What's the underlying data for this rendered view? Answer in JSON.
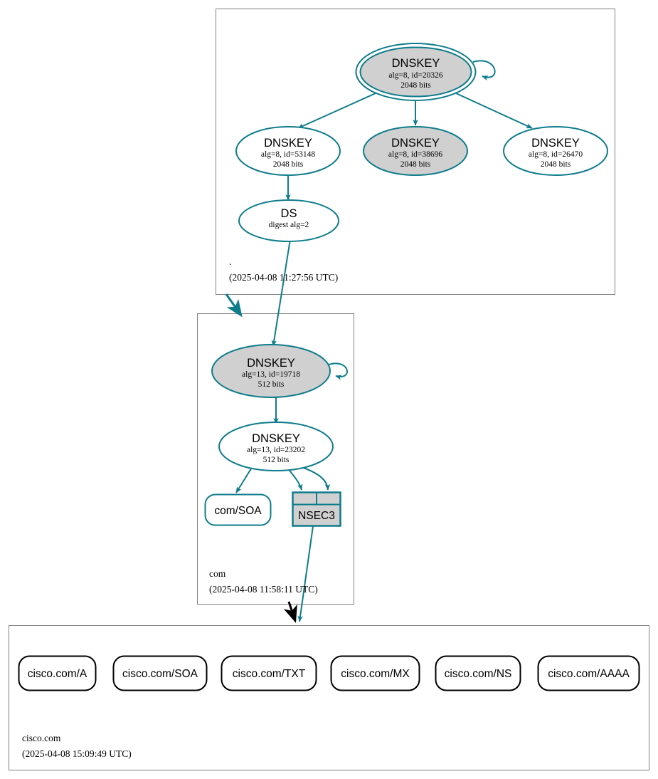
{
  "diagram": {
    "type": "dnssec-authentication-chain",
    "title": "cisco.com DNSSEC authentication chain",
    "colors": {
      "secure_teal": "#0e7c8c",
      "node_gray_fill": "#d0d0d0",
      "insecure_black": "#000000",
      "zone_border_gray": "#808080",
      "background": "#ffffff"
    }
  },
  "zones": [
    {
      "id": "root",
      "name": ".",
      "timestamp": "(2025-04-08 11:27:56 UTC)",
      "nodes": [
        {
          "id": "ksk20326",
          "kind": "DNSKEY",
          "role": "ksk",
          "shape": "double-ellipse",
          "fill": "gray",
          "line1": "DNSKEY",
          "line2": "alg=8, id=20326",
          "line3": "2048 bits",
          "self_signed": true
        },
        {
          "id": "zsk53148",
          "kind": "DNSKEY",
          "role": "zsk",
          "shape": "ellipse",
          "fill": "white",
          "line1": "DNSKEY",
          "line2": "alg=8, id=53148",
          "line3": "2048 bits",
          "self_signed": false
        },
        {
          "id": "zsk38696",
          "kind": "DNSKEY",
          "role": "zsk",
          "shape": "ellipse",
          "fill": "gray",
          "line1": "DNSKEY",
          "line2": "alg=8, id=38696",
          "line3": "2048 bits",
          "self_signed": false
        },
        {
          "id": "zsk26470",
          "kind": "DNSKEY",
          "role": "zsk",
          "shape": "ellipse",
          "fill": "white",
          "line1": "DNSKEY",
          "line2": "alg=8, id=26470",
          "line3": "2048 bits",
          "self_signed": false
        },
        {
          "id": "ds2",
          "kind": "DS",
          "role": "ds",
          "shape": "ellipse",
          "fill": "white",
          "line1": "DS",
          "line2": "digest alg=2",
          "line3": "",
          "self_signed": false
        }
      ]
    },
    {
      "id": "com",
      "name": "com",
      "timestamp": "(2025-04-08 11:58:11 UTC)",
      "nodes": [
        {
          "id": "ksk19718",
          "kind": "DNSKEY",
          "role": "ksk",
          "shape": "ellipse",
          "fill": "gray",
          "line1": "DNSKEY",
          "line2": "alg=13, id=19718",
          "line3": "512 bits",
          "self_signed": true
        },
        {
          "id": "zsk23202",
          "kind": "DNSKEY",
          "role": "zsk",
          "shape": "ellipse",
          "fill": "white",
          "line1": "DNSKEY",
          "line2": "alg=13, id=23202",
          "line3": "512 bits",
          "self_signed": false
        },
        {
          "id": "comsoa",
          "kind": "RRset",
          "role": "rrset",
          "shape": "rounded-rect",
          "fill": "white",
          "line1": "com/SOA",
          "line2": "",
          "line3": "",
          "self_signed": false
        },
        {
          "id": "nsec3",
          "kind": "NSEC3",
          "role": "nsec3",
          "shape": "record-box",
          "fill": "gray",
          "line1": "NSEC3",
          "line2": "",
          "line3": "",
          "self_signed": false
        }
      ]
    },
    {
      "id": "ciscocom",
      "name": "cisco.com",
      "timestamp": "(2025-04-08 15:09:49 UTC)",
      "nodes": [
        {
          "id": "rr-a",
          "kind": "RRset",
          "role": "rrset",
          "shape": "rounded-rect",
          "fill": "white",
          "line1": "cisco.com/A",
          "line2": "",
          "line3": "",
          "self_signed": false
        },
        {
          "id": "rr-soa",
          "kind": "RRset",
          "role": "rrset",
          "shape": "rounded-rect",
          "fill": "white",
          "line1": "cisco.com/SOA",
          "line2": "",
          "line3": "",
          "self_signed": false
        },
        {
          "id": "rr-txt",
          "kind": "RRset",
          "role": "rrset",
          "shape": "rounded-rect",
          "fill": "white",
          "line1": "cisco.com/TXT",
          "line2": "",
          "line3": "",
          "self_signed": false
        },
        {
          "id": "rr-mx",
          "kind": "RRset",
          "role": "rrset",
          "shape": "rounded-rect",
          "fill": "white",
          "line1": "cisco.com/MX",
          "line2": "",
          "line3": "",
          "self_signed": false
        },
        {
          "id": "rr-ns",
          "kind": "RRset",
          "role": "rrset",
          "shape": "rounded-rect",
          "fill": "white",
          "line1": "cisco.com/NS",
          "line2": "",
          "line3": "",
          "self_signed": false
        },
        {
          "id": "rr-aaaa",
          "kind": "RRset",
          "role": "rrset",
          "shape": "rounded-rect",
          "fill": "white",
          "line1": "cisco.com/AAAA",
          "line2": "",
          "line3": "",
          "self_signed": false
        }
      ]
    }
  ],
  "edges": [
    {
      "from": "ksk20326",
      "to": "ksk20326",
      "style": "secure",
      "label": "self-signature"
    },
    {
      "from": "ksk20326",
      "to": "zsk53148",
      "style": "secure",
      "label": "signs"
    },
    {
      "from": "ksk20326",
      "to": "zsk38696",
      "style": "secure",
      "label": "signs"
    },
    {
      "from": "ksk20326",
      "to": "zsk26470",
      "style": "secure",
      "label": "signs"
    },
    {
      "from": "zsk53148",
      "to": "ds2",
      "style": "secure",
      "label": "signs"
    },
    {
      "from": "ds2",
      "to": "ksk19718",
      "style": "secure",
      "label": "delegation"
    },
    {
      "from": "root",
      "to": "com",
      "style": "secure-delegation",
      "label": "zone delegation"
    },
    {
      "from": "ksk19718",
      "to": "ksk19718",
      "style": "secure",
      "label": "self-signature"
    },
    {
      "from": "ksk19718",
      "to": "zsk23202",
      "style": "secure",
      "label": "signs"
    },
    {
      "from": "zsk23202",
      "to": "comsoa",
      "style": "secure",
      "label": "signs"
    },
    {
      "from": "zsk23202",
      "to": "nsec3",
      "style": "secure",
      "label": "signs"
    },
    {
      "from": "nsec3",
      "to": "ciscocom",
      "style": "secure",
      "label": "proves insecure delegation"
    },
    {
      "from": "com",
      "to": "ciscocom",
      "style": "insecure-delegation",
      "label": "insecure delegation"
    }
  ]
}
